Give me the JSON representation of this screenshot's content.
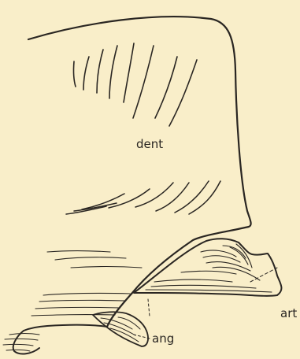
{
  "figure": {
    "labels": {
      "dent": "dent",
      "art": "art",
      "ang": "ang"
    },
    "colors": {
      "background": "#f9eec9",
      "ink": "#2a2622"
    }
  }
}
